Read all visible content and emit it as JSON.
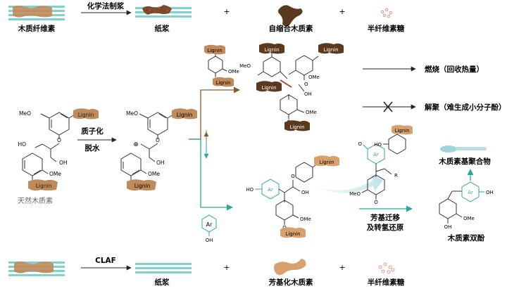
{
  "top_row": {
    "step_label": "化学法制浆",
    "wood": "木质纤维素",
    "pulp": "纸浆",
    "self_condensed": "自缩合木质素",
    "hemi": "半纤维素糖"
  },
  "middle": {
    "native_lignin": "天然木质素",
    "protonation": "质子化",
    "dehydration": "脱水",
    "combustion": "燃烧（回收热量）",
    "depoly": "解聚（难生成小分子酚）",
    "migration_1": "芳基迁移",
    "migration_2": "及转氢还原",
    "bisphenol": "木质素双酚",
    "polymer": "木质素基聚合物"
  },
  "bottom_row": {
    "step_label": "CLAF",
    "pulp": "纸浆",
    "arylated": "芳基化木质素",
    "hemi": "半纤维素糖"
  },
  "tags": {
    "lignin": "Lignin",
    "aryl": "Ar",
    "ome": "OMe",
    "oh": "OH",
    "meo": "MeO",
    "ho": "HO",
    "r": "R",
    "o": "O"
  },
  "colors": {
    "teal": "#2aa89a",
    "brown": "#8b5a2b",
    "lignin_tan": "#c08a5a",
    "dark_lignin": "#5a3a1f",
    "fiber": "#7fd3cd",
    "sugar": "#e07a6a",
    "red_bond": "#d0302a"
  }
}
